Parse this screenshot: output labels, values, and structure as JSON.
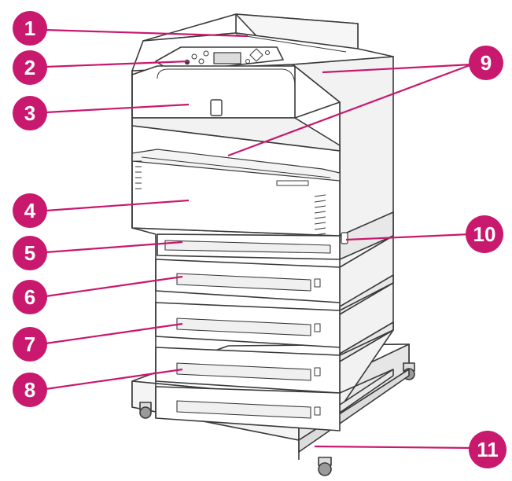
{
  "callouts": [
    {
      "number": "1"
    },
    {
      "number": "2"
    },
    {
      "number": "3"
    },
    {
      "number": "4"
    },
    {
      "number": "5"
    },
    {
      "number": "6"
    },
    {
      "number": "7"
    },
    {
      "number": "8"
    },
    {
      "number": "9"
    },
    {
      "number": "10"
    },
    {
      "number": "11"
    }
  ],
  "colors": {
    "callout_fill": "#c8196e",
    "leader_line": "#c8196e",
    "outline": "#3a3a3a",
    "body_fill": "#ffffff",
    "shade": "#dcdcdc",
    "dark_shade": "#9a9a9a"
  },
  "icons": [
    "printer-illustration",
    "caster-wheel-icon",
    "paper-size-dial-icon"
  ]
}
